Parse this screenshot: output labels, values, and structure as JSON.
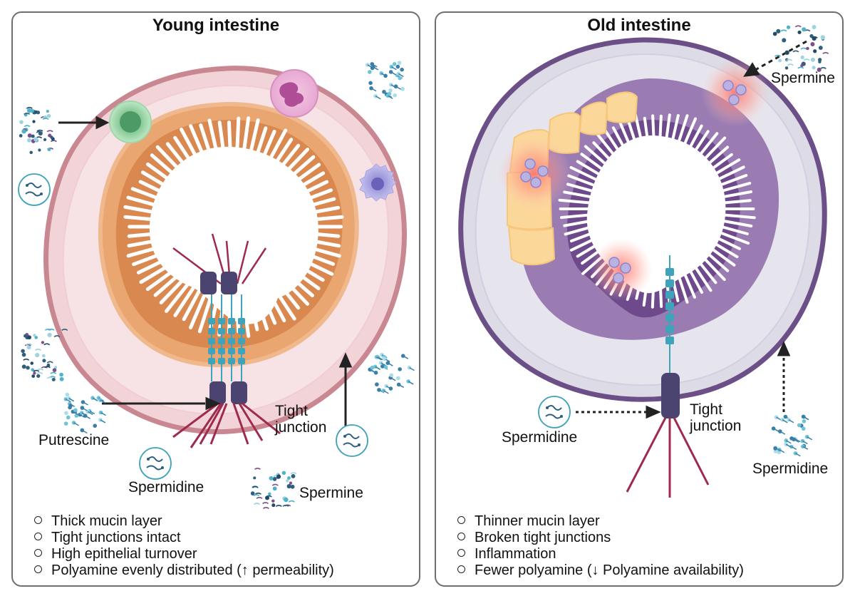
{
  "young": {
    "title": "Young intestine",
    "labels": {
      "putrescine": "Putrescine",
      "spermidine": "Spermidine",
      "spermine": "Spermine",
      "tight_junction_1": "Tight",
      "tight_junction_2": "junction"
    },
    "bullets": [
      "Thick mucin layer",
      "Tight junctions intact",
      "High epithelial turnover",
      "Polyamine evenly distributed (↑ permeability)"
    ]
  },
  "old": {
    "title": "Old intestine",
    "labels": {
      "spermine": "Spermine",
      "spermidine_left": "Spermidine",
      "spermidine_right": "Spermidine",
      "tight_junction_1": "Tight",
      "tight_junction_2": "junction"
    },
    "bullets": [
      "Thinner mucin layer",
      "Broken tight junctions",
      "Inflammation",
      "Fewer polyamine (↓ Polyamine availability)"
    ]
  },
  "colors": {
    "young_wall": "#c98792",
    "young_submucosa": "#f2d4d8",
    "young_mucosa": "#e9a671",
    "young_lumen_edge": "#d9884f",
    "old_wall": "#6b4f86",
    "old_submucosa": "#dcdbe6",
    "old_mucosa": "#9a7cb3",
    "old_villi": "#6e4a8c",
    "fat": "#fbd79a",
    "junction": "#4b4470",
    "claudin": "#3fa3b9",
    "filament": "#9e2a4f",
    "arrow": "#222222"
  }
}
